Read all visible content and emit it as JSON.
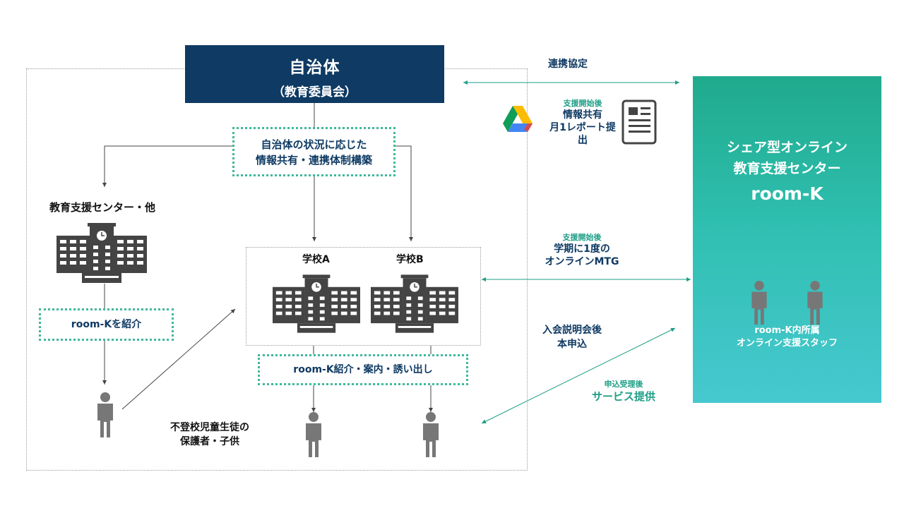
{
  "government": {
    "title": "自治体",
    "subtitle": "（教育委員会）"
  },
  "gov_action": {
    "line1": "自治体の状況に応じた",
    "line2": "情報共有・連携体制構築"
  },
  "center_other": {
    "label": "教育支援センター・他"
  },
  "introduce_box": {
    "label": "room-Kを紹介"
  },
  "school_a": {
    "label": "学校A"
  },
  "school_b": {
    "label": "学校B"
  },
  "school_action": {
    "label": "room-K紹介・案内・誘い出し"
  },
  "guardians": {
    "line1": "不登校児童生徒の",
    "line2": "保護者・子供"
  },
  "partnership": {
    "label": "連携協定"
  },
  "report": {
    "small": "支援開始後",
    "line1": "情報共有",
    "line2": "月1レポート提",
    "line3": "出"
  },
  "meeting": {
    "small": "支援開始後",
    "line1": "学期に1度の",
    "line2": "オンラインMTG"
  },
  "application": {
    "line1": "入会説明会後",
    "line2": "本申込"
  },
  "service": {
    "small": "申込受理後",
    "line1": "サービス提供"
  },
  "roomk": {
    "line1": "シェア型オンライン",
    "line2": "教育支援センター",
    "name": "room-K",
    "staff1": "room-K内所属",
    "staff2": "オンライン支援スタッフ"
  },
  "colors": {
    "navy": "#0e3a63",
    "teal": "#1e9e86",
    "dotted_border": "#3fb89a",
    "person": "#777777"
  }
}
